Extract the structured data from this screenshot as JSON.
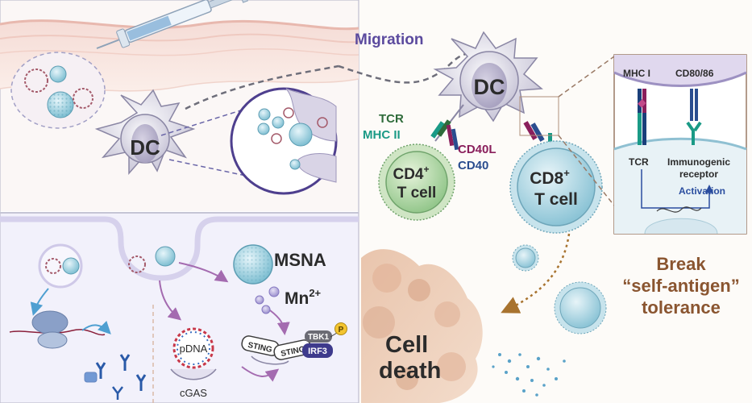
{
  "labels": {
    "migration": "Migration",
    "dc_left": "DC",
    "dc_right": "DC",
    "tcr": "TCR",
    "mhc_ii": "MHC II",
    "cd40l": "CD40L",
    "cd40": "CD40",
    "cd4_line1": "CD4",
    "cd4_sup": "+",
    "cd4_line2": "T cell",
    "cd8_line1": "CD8",
    "cd8_sup": "+",
    "cd8_line2": "T cell",
    "mhc_i": "MHC I",
    "cd80_86": "CD80/86",
    "tcr_inset": "TCR",
    "immunogenic_1": "Immunogenic",
    "immunogenic_2": "receptor",
    "activation": "Activation",
    "msna": "MSNA",
    "mn": "Mn",
    "mn_sup": "2+",
    "sting_1": "STING",
    "sting_2": "STING",
    "tbk1": "TBK1",
    "irf3": "IRF3",
    "p": "P",
    "pdna": "pDNA",
    "cgas": "cGAS",
    "cell_death_1": "Cell",
    "cell_death_2": "death",
    "break_1": "Break",
    "break_2": "“self-antigen”",
    "break_3": "tolerance"
  },
  "colors": {
    "migration": "#5b4a9e",
    "tcr": "#2e6b3a",
    "mhc": "#1a9a86",
    "cd40l": "#8a1f5c",
    "cd40": "#2a4d8f",
    "break": "#8a5530",
    "activation": "#2a4d9f",
    "text_dark": "#2b2b2b"
  }
}
